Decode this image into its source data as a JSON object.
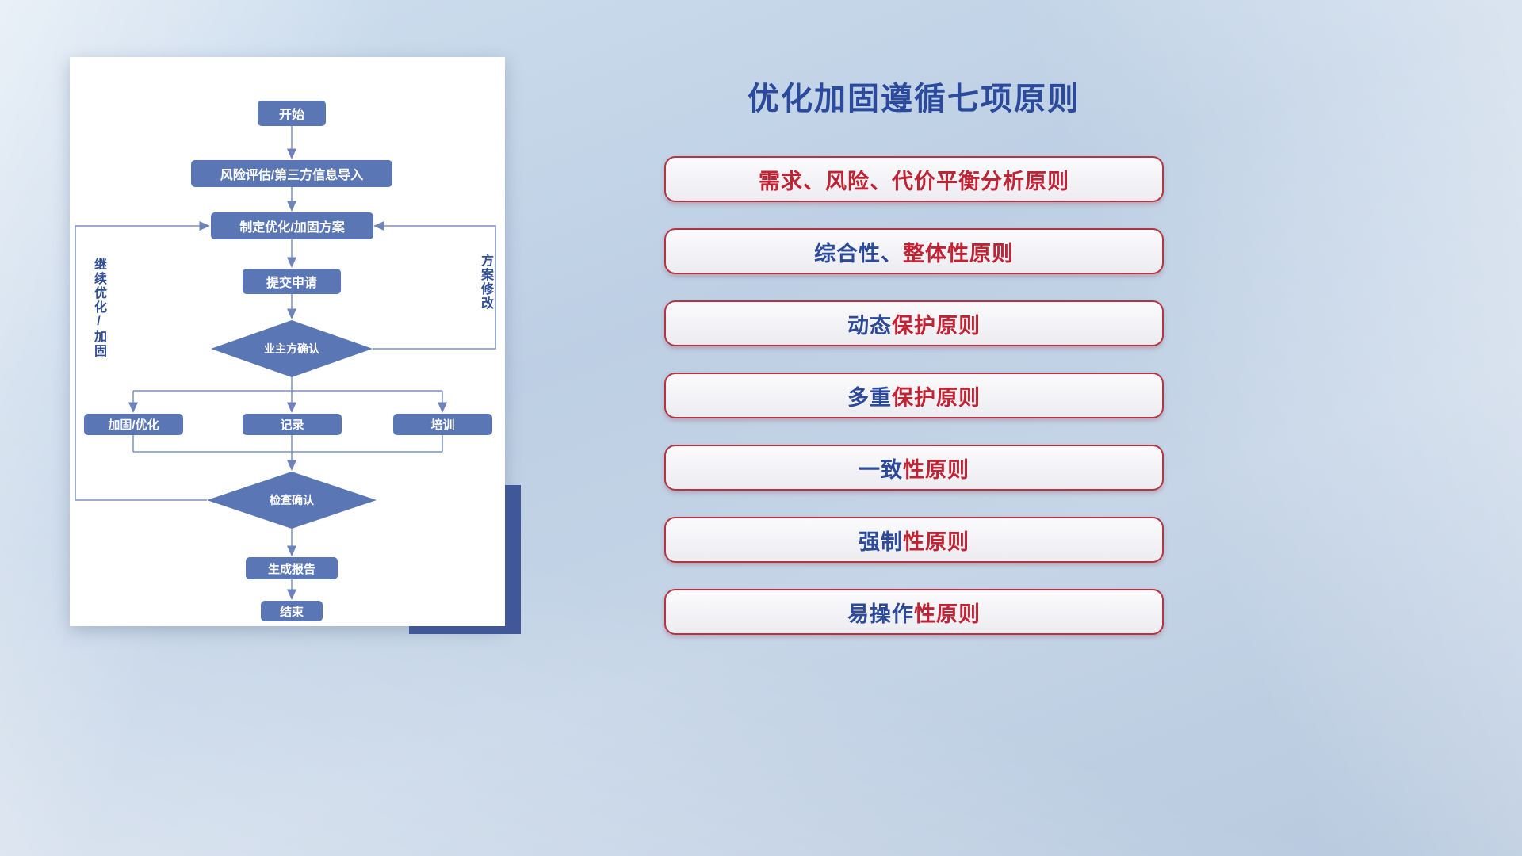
{
  "flowchart": {
    "nodes": {
      "start": "开始",
      "risk_import": "风险评估/第三方信息导入",
      "make_plan": "制定优化/加固方案",
      "submit": "提交申请",
      "owner_confirm": "业主方确认",
      "reinforce": "加固/优化",
      "record": "记录",
      "training": "培训",
      "check_confirm": "检查确认",
      "report": "生成报告",
      "end": "结束"
    },
    "edge_labels": {
      "continue_loop": "继续优化/加固",
      "revise_loop": "方案修改"
    }
  },
  "principles": {
    "title": "优化加固遵循七项原则",
    "items": [
      {
        "segments": [
          {
            "text": "需求、风险、代价平衡分析原则",
            "color": "red"
          }
        ]
      },
      {
        "segments": [
          {
            "text": "综合性、",
            "color": "navy"
          },
          {
            "text": "整体性原则",
            "color": "red"
          }
        ]
      },
      {
        "segments": [
          {
            "text": "动态",
            "color": "navy"
          },
          {
            "text": "保护原则",
            "color": "red"
          }
        ]
      },
      {
        "segments": [
          {
            "text": "多重",
            "color": "navy"
          },
          {
            "text": "保护原则",
            "color": "red"
          }
        ]
      },
      {
        "segments": [
          {
            "text": "一致",
            "color": "navy"
          },
          {
            "text": "性原则",
            "color": "red"
          }
        ]
      },
      {
        "segments": [
          {
            "text": "强制",
            "color": "navy"
          },
          {
            "text": "性原则",
            "color": "red"
          }
        ]
      },
      {
        "segments": [
          {
            "text": "易操作",
            "color": "navy"
          },
          {
            "text": "性原则",
            "color": "red"
          }
        ]
      }
    ]
  },
  "colors": {
    "title_text": "#2b4a9b",
    "principle_text_red": "#c02333",
    "principle_text_navy": "#2c4a99",
    "principle_border": "#b63442",
    "principle_background": "#f1f1f4",
    "flow_node_fill": "#5b76b4",
    "flow_line": "#7b91c4",
    "flow_side_label": "#2f4e95",
    "card_background": "#ffffff",
    "accent_rectangle": "#41599b"
  }
}
